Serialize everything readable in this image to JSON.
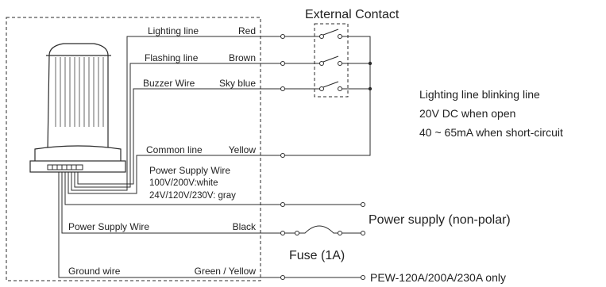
{
  "external_contact": "External Contact",
  "wires": [
    {
      "name": "Lighting line",
      "color": "Red"
    },
    {
      "name": "Flashing line",
      "color": "Brown"
    },
    {
      "name": "Buzzer Wire",
      "color": "Sky blue"
    },
    {
      "name": "Common line",
      "color": "Yellow"
    }
  ],
  "power_wire_note": [
    "Power Supply Wire",
    "100V/200V:white",
    "24V/120V/230V: gray"
  ],
  "power_supply_wire": {
    "name": "Power Supply Wire",
    "color": "Black"
  },
  "ground_wire": {
    "name": "Ground wire",
    "color": "Green / Yellow"
  },
  "notes": [
    "Lighting line blinking line",
    "20V DC when open",
    "40 ~ 65mA when short-circuit"
  ],
  "power_supply_label": "Power supply (non-polar)",
  "fuse_label": "Fuse (1A)",
  "pew_label": "PEW-120A/200A/230A only"
}
